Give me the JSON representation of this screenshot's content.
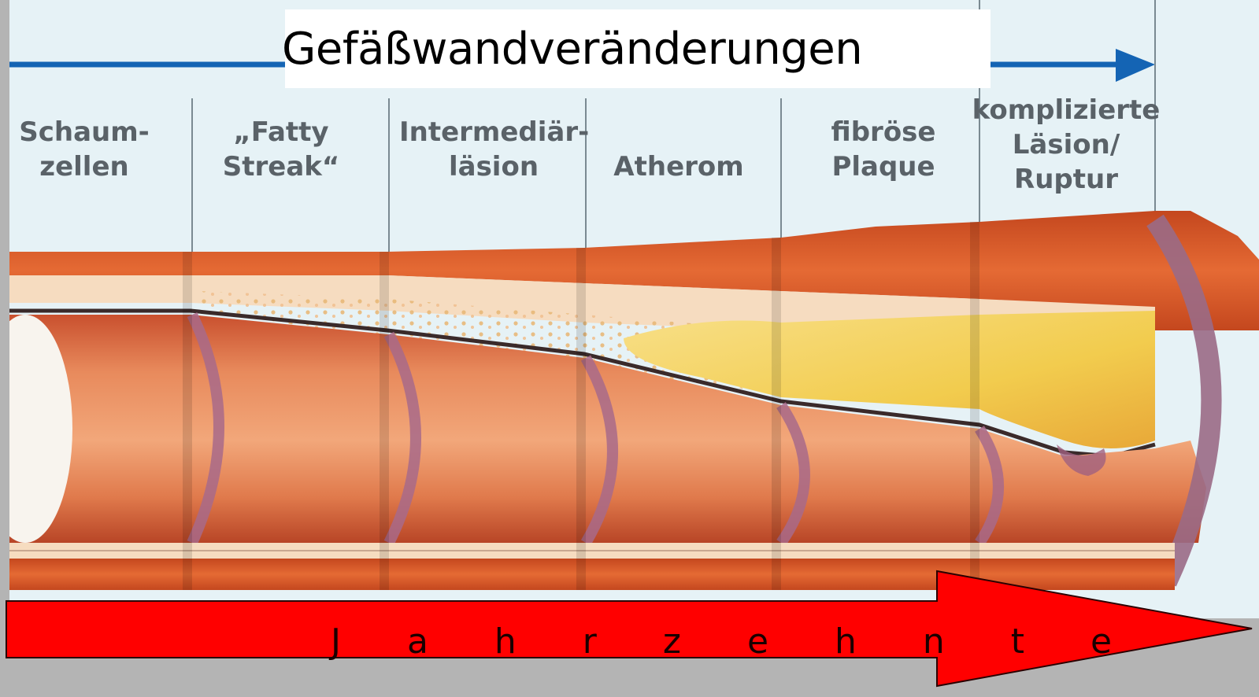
{
  "title": "Gefäßwandveränderungen",
  "stages": [
    {
      "label": "Schaum-\nzellen"
    },
    {
      "label": "„Fatty\nStreak“"
    },
    {
      "label": "Intermediär-\nläsion"
    },
    {
      "label": "Atherom"
    },
    {
      "label": "fibröse\nPlaque"
    },
    {
      "label": "komplizierte\nLäsion/\nRuptur"
    }
  ],
  "timeline_label": "J a h r z e h n t e",
  "colors": {
    "arrow_red": "#ff0000",
    "arrow_blue": "#1464b4",
    "vessel_wall": "#d4552a",
    "lumen": "#e2744a",
    "plaque": "#f5d86a",
    "background": "#e6f2f6"
  }
}
